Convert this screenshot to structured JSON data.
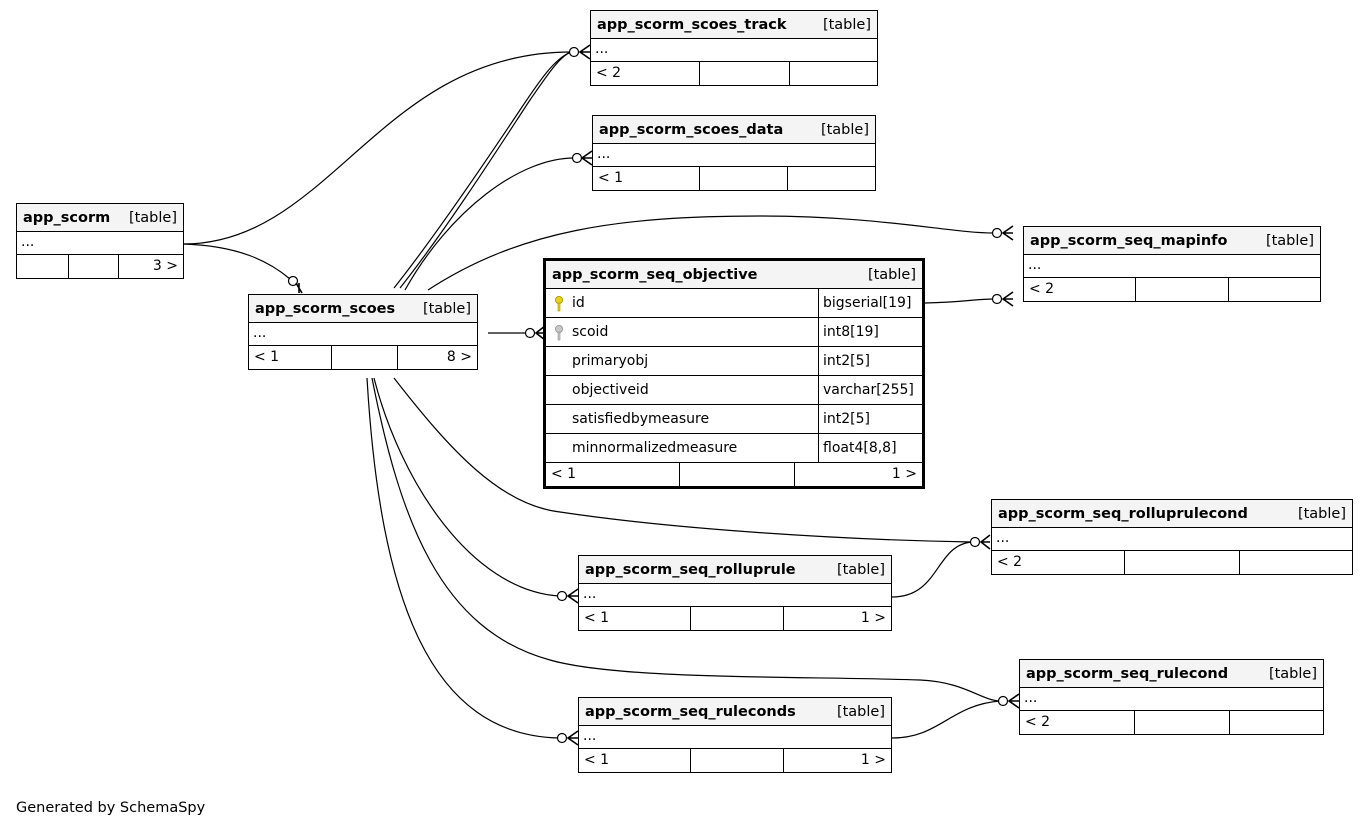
{
  "colors": {
    "line": "#000000",
    "header_bg": "#f4f4f4",
    "primary_key": "#e8d21a",
    "foreign_key": "#b0b0b0"
  },
  "tables": {
    "app_scorm": {
      "name": "app_scorm",
      "type": "[table]",
      "ellipsis": "...",
      "footer": [
        "",
        "",
        "3 >"
      ]
    },
    "app_scorm_scoes": {
      "name": "app_scorm_scoes",
      "type": "[table]",
      "ellipsis": "...",
      "footer": [
        "< 1",
        "",
        "8 >"
      ]
    },
    "app_scorm_scoes_track": {
      "name": "app_scorm_scoes_track",
      "type": "[table]",
      "ellipsis": "...",
      "footer": [
        "< 2",
        "",
        ""
      ]
    },
    "app_scorm_scoes_data": {
      "name": "app_scorm_scoes_data",
      "type": "[table]",
      "ellipsis": "...",
      "footer": [
        "< 1",
        "",
        ""
      ]
    },
    "app_scorm_seq_mapinfo": {
      "name": "app_scorm_seq_mapinfo",
      "type": "[table]",
      "ellipsis": "...",
      "footer": [
        "< 2",
        "",
        ""
      ]
    },
    "app_scorm_seq_objective": {
      "name": "app_scorm_seq_objective",
      "type": "[table]",
      "columns": [
        {
          "name": "id",
          "type": "bigserial[19]",
          "key": "primary-key"
        },
        {
          "name": "scoid",
          "type": "int8[19]",
          "key": "foreign-key"
        },
        {
          "name": "primaryobj",
          "type": "int2[5]",
          "key": ""
        },
        {
          "name": "objectiveid",
          "type": "varchar[255]",
          "key": ""
        },
        {
          "name": "satisfiedbymeasure",
          "type": "int2[5]",
          "key": ""
        },
        {
          "name": "minnormalizedmeasure",
          "type": "float4[8,8]",
          "key": ""
        }
      ],
      "footer": [
        "< 1",
        "",
        "1 >"
      ]
    },
    "app_scorm_seq_rolluprulecond": {
      "name": "app_scorm_seq_rolluprulecond",
      "type": "[table]",
      "ellipsis": "...",
      "footer": [
        "< 2",
        "",
        ""
      ]
    },
    "app_scorm_seq_rolluprule": {
      "name": "app_scorm_seq_rolluprule",
      "type": "[table]",
      "ellipsis": "...",
      "footer": [
        "< 1",
        "",
        "1 >"
      ]
    },
    "app_scorm_seq_rulecond": {
      "name": "app_scorm_seq_rulecond",
      "type": "[table]",
      "ellipsis": "...",
      "footer": [
        "< 2",
        "",
        ""
      ]
    },
    "app_scorm_seq_ruleconds": {
      "name": "app_scorm_seq_ruleconds",
      "type": "[table]",
      "ellipsis": "...",
      "footer": [
        "< 1",
        "",
        "1 >"
      ]
    }
  },
  "generated_by": "Generated by SchemaSpy"
}
